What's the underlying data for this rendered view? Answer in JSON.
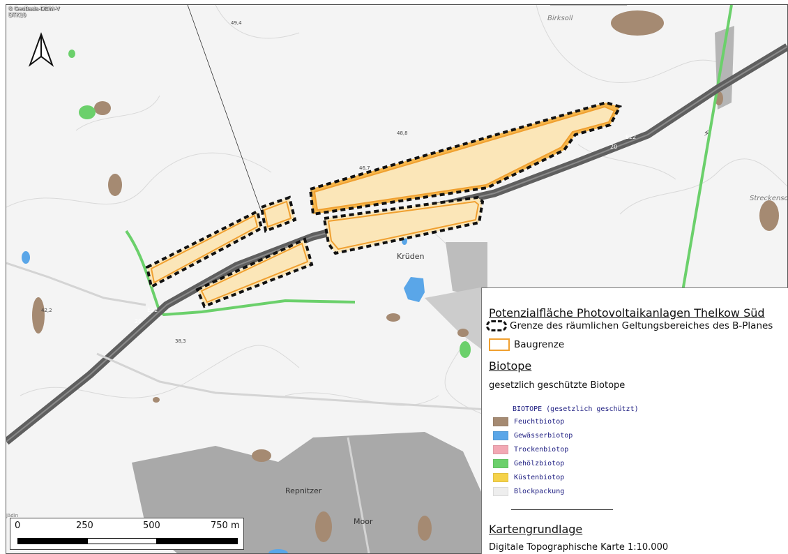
{
  "map": {
    "credit_line1": "© GeoBasis-DE/M-V",
    "credit_line2": "DTK10",
    "place_krueden": "Krüden",
    "place_birksoll": "Birksoll",
    "place_streckensoll": "Streckenso",
    "place_repnitzer": "Repnitzer",
    "place_moor": "Moor",
    "road_label_e22_a": "E22",
    "road_label_20_a": "20",
    "road_label_e22_b": "E22",
    "road_label_20_b": "20",
    "elevations": [
      "49,4",
      "48,8",
      "46,7",
      "42,2",
      "38,3"
    ],
    "edge_text": "Jädin"
  },
  "legend": {
    "title": "Potenzialfläche Photovoltaikanlagen Thelkow Süd",
    "boundary_label": "Grenze des räumlichen Geltungsbereiches des B-Planes",
    "baugrenze_label": "Baugrenze",
    "biotope_heading": "Biotope",
    "biotope_subtitle": "gesetzlich geschützte Biotope",
    "biotope_layer_title": "BIOTOPE (gesetzlich geschützt)",
    "biotope_types": [
      {
        "label": "Feuchtbiotop",
        "color": "#a58a72"
      },
      {
        "label": "Gewässerbiotop",
        "color": "#5aa6e8"
      },
      {
        "label": "Trockenbiotop",
        "color": "#f2a8b4"
      },
      {
        "label": "Gehölzbiotop",
        "color": "#6bd06b"
      },
      {
        "label": "Küstenbiotop",
        "color": "#f5d24a"
      },
      {
        "label": "Blockpackung",
        "color": "#eeeeee"
      }
    ],
    "kartengrundlage_heading": "Kartengrundlage",
    "kartengrundlage_text": "Digitale Topographische Karte 1:10.000"
  },
  "scalebar": {
    "labels": [
      "0",
      "250",
      "500",
      "750 m"
    ]
  },
  "colors": {
    "plot_fill": "#fbe6b8",
    "baugrenze": "#f0a030",
    "road": "#5f5f5f",
    "forest": "#a9a9a9",
    "wetland": "#a58a72",
    "water": "#5aa6e8",
    "woodland_green": "#6bd06b"
  }
}
